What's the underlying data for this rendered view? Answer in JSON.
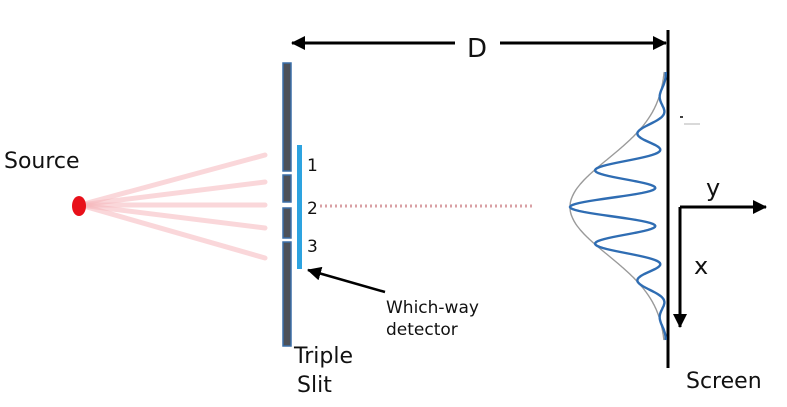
{
  "labels": {
    "distance": "D",
    "source": "Source",
    "slit_line1": "Triple",
    "slit_line2": "Slit",
    "slit_1": "1",
    "slit_2": "2",
    "slit_3": "3",
    "detector_line1": "Which-way",
    "detector_line2": "detector",
    "axis_y": "y",
    "axis_x": "x",
    "screen": "Screen"
  },
  "colors": {
    "source": "#e8101a",
    "beam": "#f6b8bc",
    "center_ray": "#d9a0a4",
    "slit_plate": "#4d5159",
    "slit_edge": "#3b6fa8",
    "detector": "#2da3e0",
    "interference": "#2f6db3",
    "envelope": "#9a9a9a",
    "lines": "#000000"
  }
}
